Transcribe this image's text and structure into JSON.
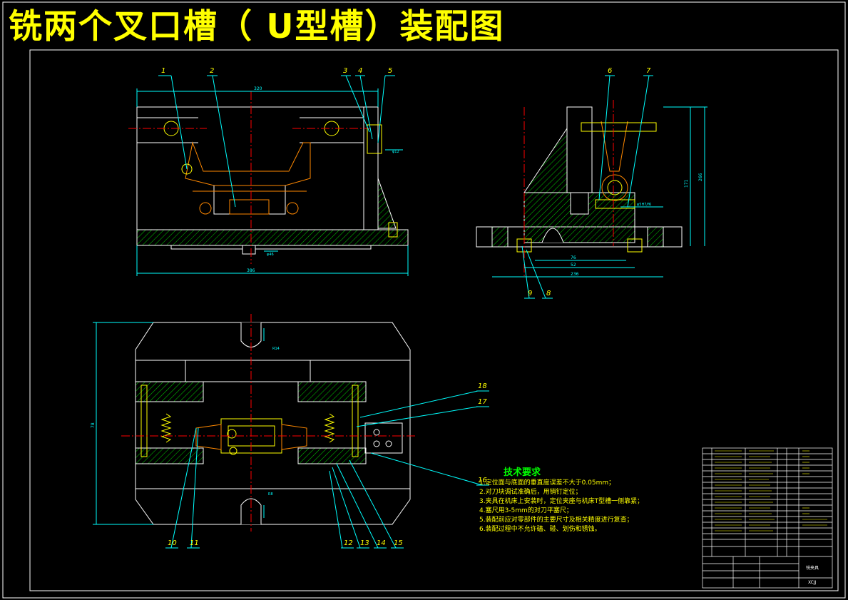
{
  "title": "铣两个叉口槽（ U型槽）装配图",
  "tech": {
    "header": "技术要求",
    "lines": [
      "1.定位面与底面的垂直度误差不大于0.05mm；",
      "2.对刀块调试准确后，用销钉定位；",
      "3.夹具在机床上安装时，定位夹座与机床T型槽一侧靠紧；",
      "4.塞尺用3-5mm的对刀平塞尺；",
      "5.装配前应对零部件的主要尺寸及相关精度进行复查；",
      "6.装配过程中不允许磕、碰、划伤和锈蚀。"
    ]
  },
  "part_labels": {
    "p1": "1",
    "p2": "2",
    "p3": "3",
    "p4": "4",
    "p5": "5",
    "p6": "6",
    "p7": "7",
    "p8": "8",
    "p9": "9",
    "p10": "10",
    "p11": "11",
    "p12": "12",
    "p13": "13",
    "p14": "14",
    "p15": "15",
    "p16": "16",
    "p17": "17",
    "p18": "18"
  },
  "dims": {
    "front_width": "320",
    "front_base": "386",
    "front_phi": "φ46",
    "front_phi2": "φ12",
    "side_h1": "171",
    "side_h2": "266",
    "side_76": "76",
    "side_52": "52",
    "side_236": "236",
    "side_fit": "φ5H7/f6",
    "top_h": "78",
    "top_r1": "R14",
    "top_r2": "R8"
  },
  "title_block": {
    "drawing_name": "铣夹具",
    "drawing_code": "XCJJ"
  },
  "colors": {
    "background": "#000000",
    "outline": "#ffffff",
    "part_lines": "#ffff00",
    "dim_lines": "#00ffff",
    "center_lines": "#ff0000",
    "hatch": "#00cc00",
    "thread": "#ff8800",
    "tech_header": "#00ff00"
  }
}
